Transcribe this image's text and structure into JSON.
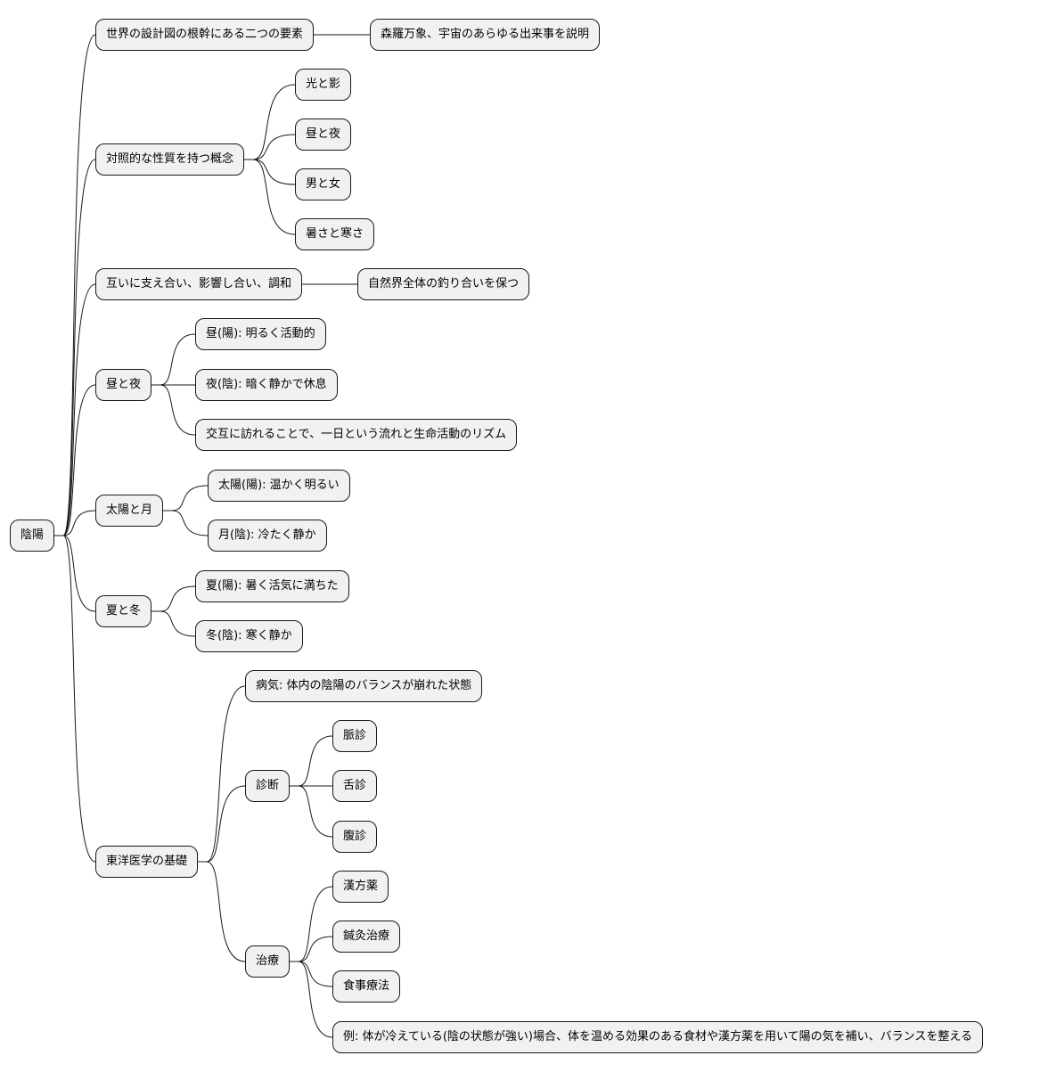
{
  "mindmap": {
    "root": "陰陽",
    "branches": {
      "b1": {
        "label": "世界の設計図の根幹にある二つの要素",
        "children": [
          "森羅万象、宇宙のあらゆる出来事を説明"
        ]
      },
      "b2": {
        "label": "対照的な性質を持つ概念",
        "children": [
          "光と影",
          "昼と夜",
          "男と女",
          "暑さと寒さ"
        ]
      },
      "b3": {
        "label": "互いに支え合い、影響し合い、調和",
        "children": [
          "自然界全体の釣り合いを保つ"
        ]
      },
      "b4": {
        "label": "昼と夜",
        "children": [
          "昼(陽): 明るく活動的",
          "夜(陰): 暗く静かで休息",
          "交互に訪れることで、一日という流れと生命活動のリズム"
        ]
      },
      "b5": {
        "label": "太陽と月",
        "children": [
          "太陽(陽): 温かく明るい",
          "月(陰): 冷たく静か"
        ]
      },
      "b6": {
        "label": "夏と冬",
        "children": [
          "夏(陽): 暑く活気に満ちた",
          "冬(陰): 寒く静か"
        ]
      },
      "b7": {
        "label": "東洋医学の基礎",
        "illness": "病気: 体内の陰陽のバランスが崩れた状態",
        "diagnosis": {
          "label": "診断",
          "children": [
            "脈診",
            "舌診",
            "腹診"
          ]
        },
        "treatment": {
          "label": "治療",
          "children": [
            "漢方薬",
            "鍼灸治療",
            "食事療法",
            "例: 体が冷えている(陰の状態が強い)場合、体を温める効果のある食材や漢方薬を用いて陽の気を補い、バランスを整える"
          ]
        }
      }
    }
  }
}
